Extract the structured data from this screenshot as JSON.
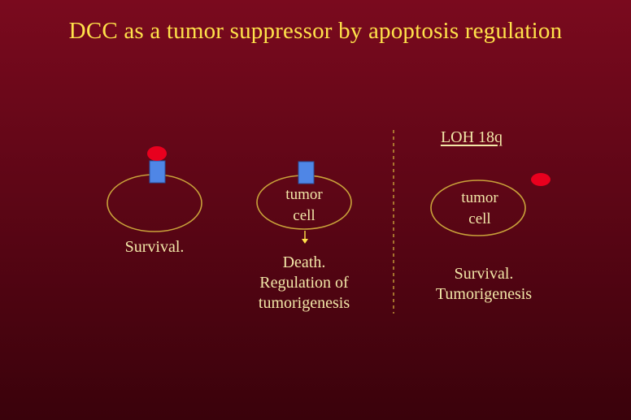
{
  "title": "DCC as a tumor suppressor by apoptosis regulation",
  "colors": {
    "title": "#ffe24a",
    "text": "#f2e7a8",
    "outline": "#c9a23a",
    "ligand": "#e8001e",
    "receptor": "#4f86e6",
    "divider": "#c9a23a"
  },
  "panels": [
    {
      "cell_label": [],
      "outcome": [
        "Survival."
      ]
    },
    {
      "cell_label": [
        "tumor",
        "cell"
      ],
      "outcome": [
        "Death.",
        "Regulation of",
        "tumorigenesis"
      ]
    },
    {
      "header": "LOH 18q",
      "cell_label": [
        "tumor",
        "cell"
      ],
      "outcome": [
        "Survival.",
        "Tumorigenesis"
      ]
    }
  ]
}
